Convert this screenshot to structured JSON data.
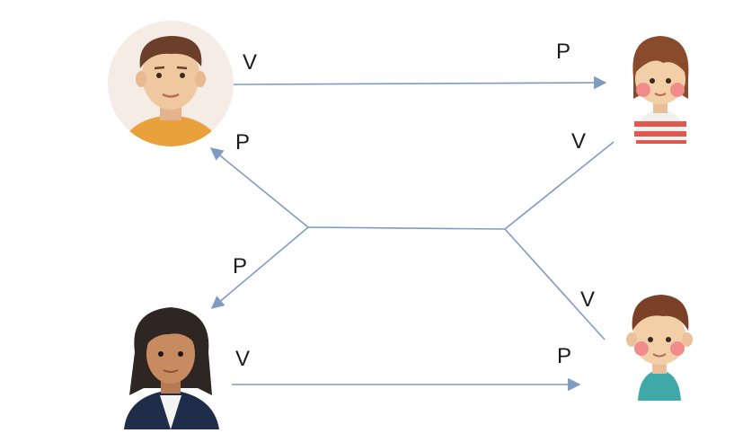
{
  "diagram": {
    "edge_labels": {
      "top_left_v": "V",
      "top_right_p": "P",
      "upper_left_p": "P",
      "upper_right_v": "V",
      "lower_left_p": "P",
      "lower_right_v": "V",
      "bottom_left_v": "V",
      "bottom_right_p": "P"
    }
  },
  "colors": {
    "arrow": "#7f9bc4",
    "skin_light": "#f0c8a0",
    "skin_tan": "#c88a5f",
    "hair_brown": "#6b3f2a",
    "hair_dark": "#2d2623",
    "shirt_orange": "#e9a23b",
    "shirt_stripe_red": "#e0584e",
    "shirt_teal": "#3fa8a8",
    "jacket_navy": "#1f2d4a",
    "cheek": "#f08c8c"
  }
}
